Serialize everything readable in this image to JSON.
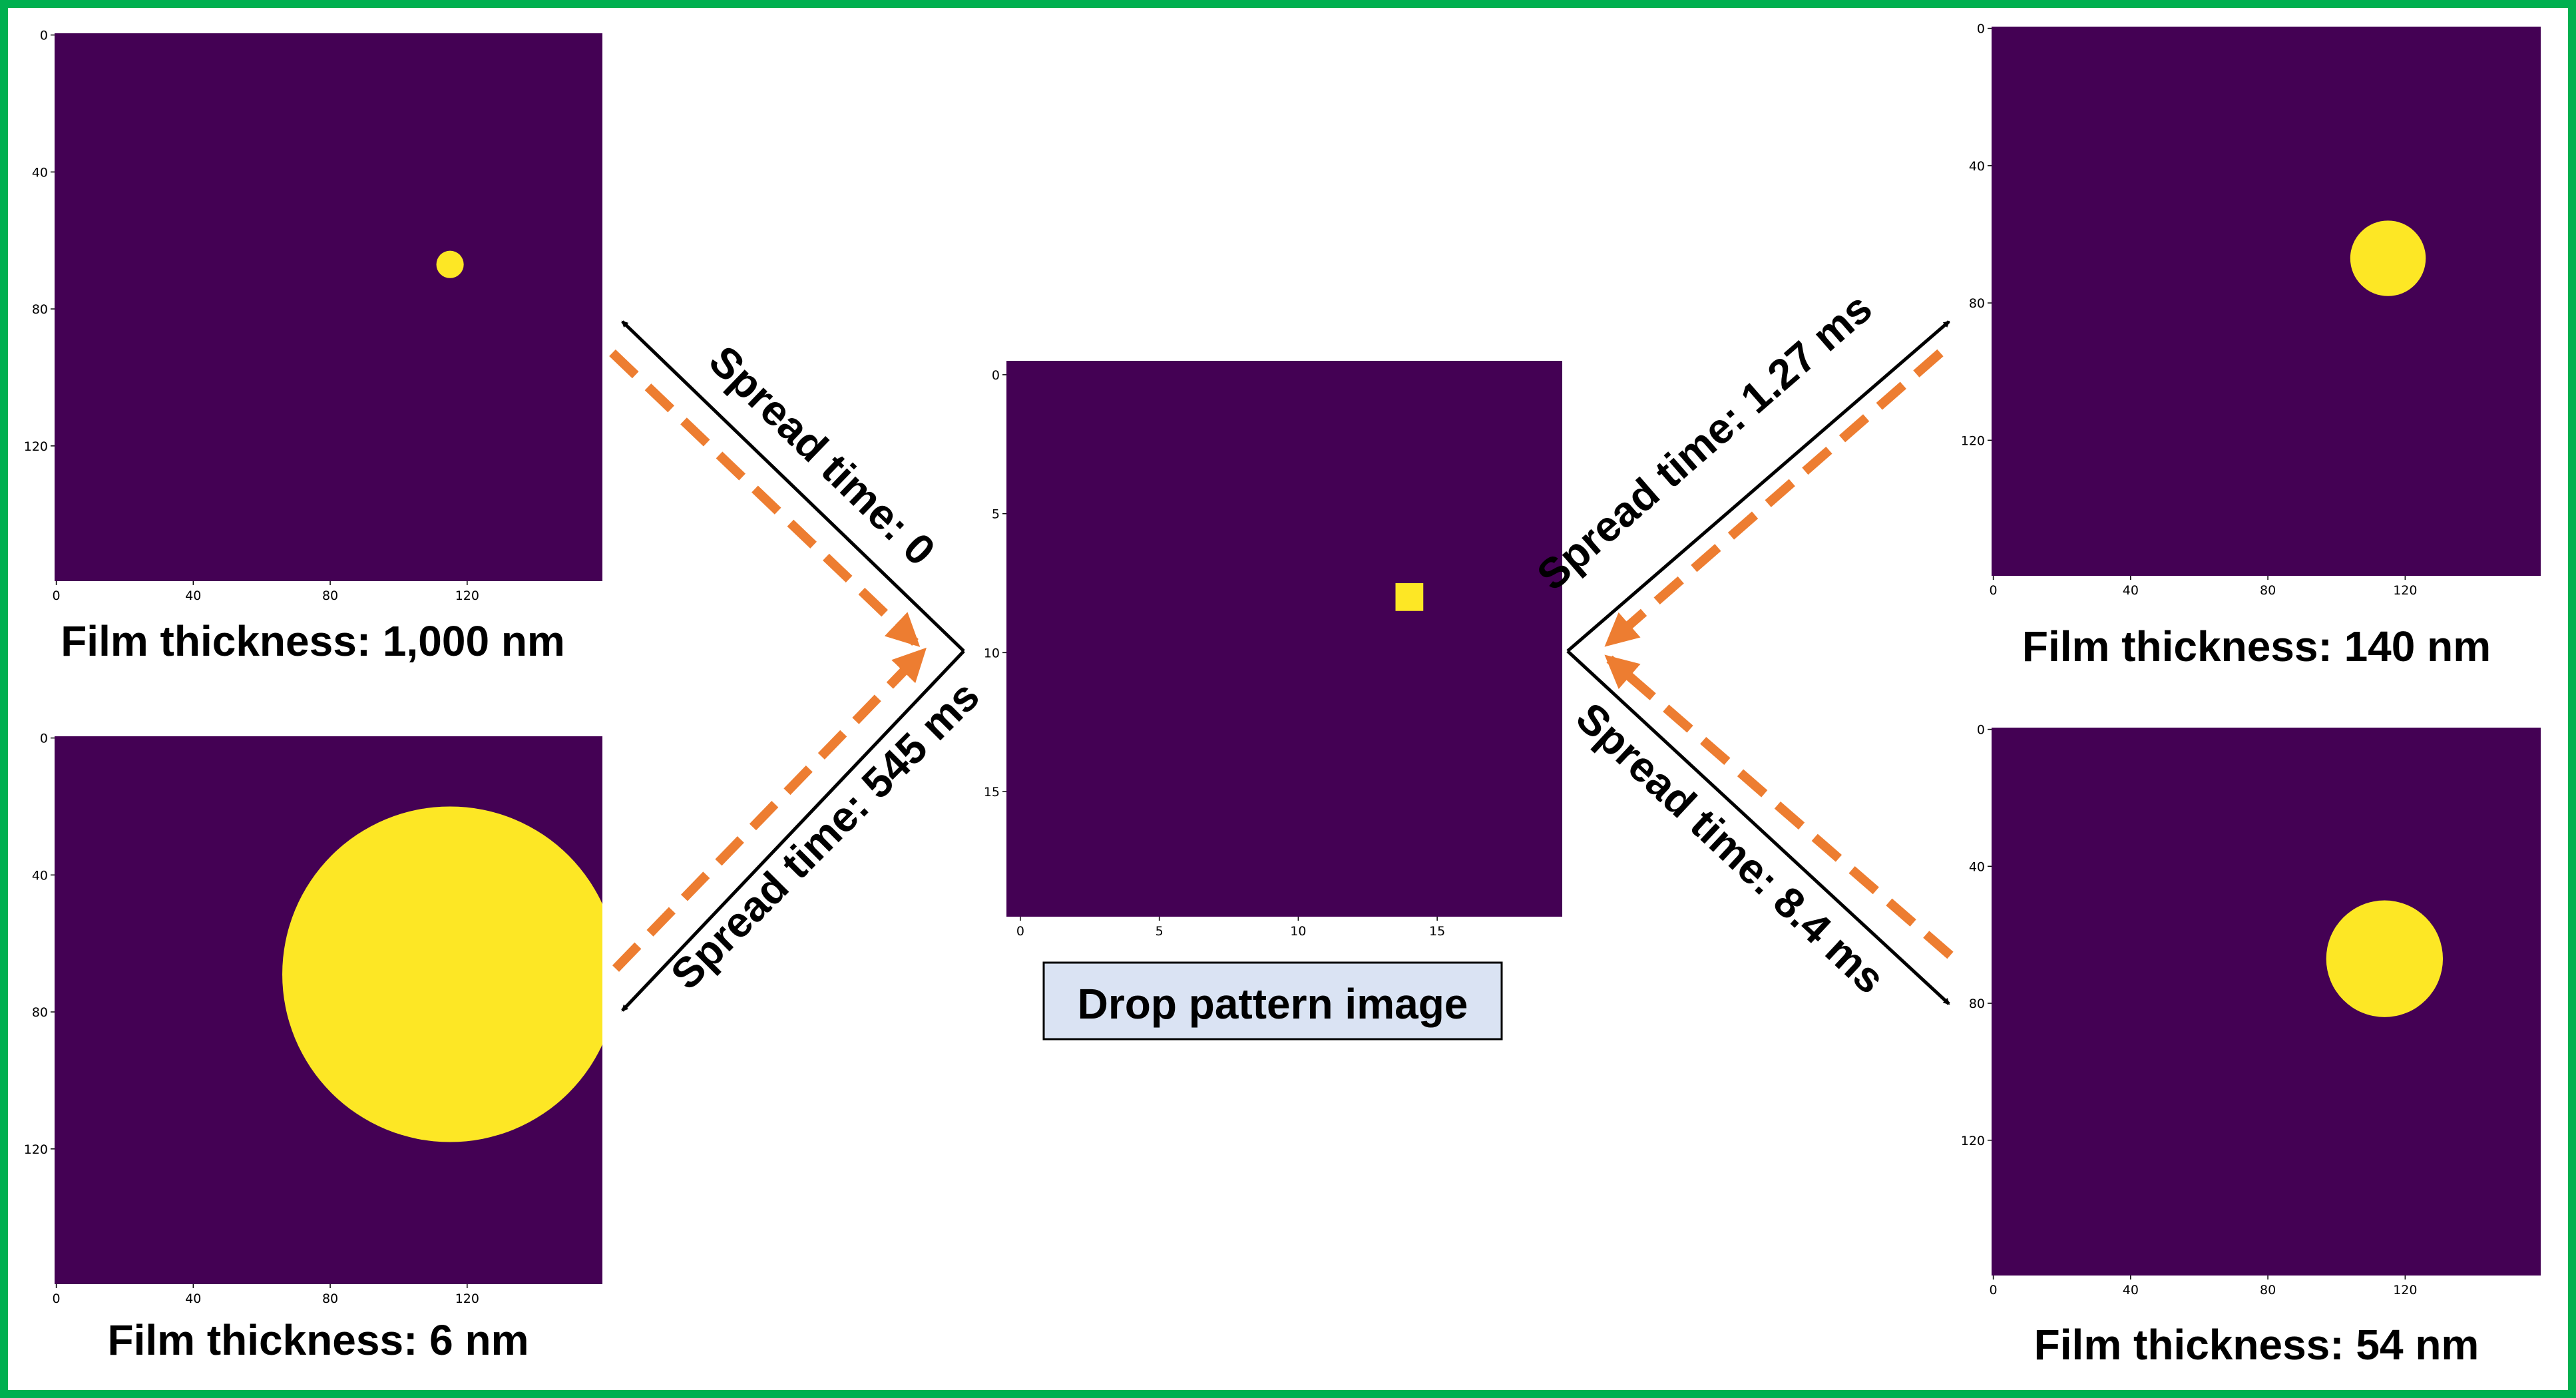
{
  "colors": {
    "border": "#00b050",
    "background": "#440154",
    "drop": "#fde725",
    "arrow_solid": "#000000",
    "arrow_dashed": "#ed7d31",
    "label_box_fill": "#dae3f3"
  },
  "captions": {
    "top_left": "Film thickness: 1,000 nm",
    "bottom_left": "Film thickness: 6 nm",
    "top_right": "Film thickness: 140 nm",
    "bottom_right": "Film thickness: 54 nm"
  },
  "spread_labels": {
    "top_left": "Spread time: 0",
    "bottom_left": "Spread time: 545 ms",
    "top_right": "Spread time: 1.27 ms",
    "bottom_right": "Spread time: 8.4 ms"
  },
  "center_label": "Drop pattern image",
  "chart_data": [
    {
      "type": "heatmap",
      "id": "top_left",
      "grid_size": 160,
      "xticks": [
        "0",
        "40",
        "80",
        "120"
      ],
      "yticks": [
        "0",
        "40",
        "80",
        "120"
      ],
      "drop": {
        "shape": "disk",
        "cx": 115,
        "cy": 67,
        "r": 4
      }
    },
    {
      "type": "heatmap",
      "id": "bottom_left",
      "grid_size": 160,
      "xticks": [
        "0",
        "40",
        "80",
        "120"
      ],
      "yticks": [
        "0",
        "40",
        "80",
        "120"
      ],
      "drop": {
        "shape": "disk",
        "cx": 115,
        "cy": 69,
        "r": 49
      }
    },
    {
      "type": "heatmap",
      "id": "top_right",
      "grid_size": 160,
      "xticks": [
        "0",
        "40",
        "80",
        "120"
      ],
      "yticks": [
        "0",
        "40",
        "80",
        "120"
      ],
      "drop": {
        "shape": "disk",
        "cx": 115,
        "cy": 67,
        "r": 11
      }
    },
    {
      "type": "heatmap",
      "id": "bottom_right",
      "grid_size": 160,
      "xticks": [
        "0",
        "40",
        "80",
        "120"
      ],
      "yticks": [
        "0",
        "40",
        "80",
        "120"
      ],
      "drop": {
        "shape": "disk",
        "cx": 114,
        "cy": 67,
        "r": 17
      }
    },
    {
      "type": "heatmap",
      "id": "center",
      "grid_size": 20,
      "xticks": [
        "0",
        "5",
        "10",
        "15"
      ],
      "yticks": [
        "0",
        "5",
        "10",
        "15"
      ],
      "drop": {
        "shape": "square",
        "col": 14,
        "row": 8
      }
    }
  ]
}
